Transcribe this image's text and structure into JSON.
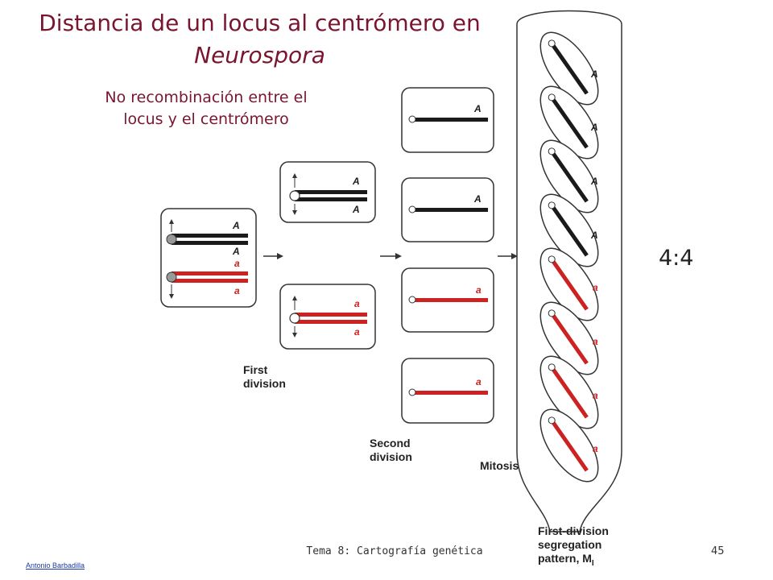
{
  "title": {
    "line1": "Distancia de un locus al centrómero en",
    "line2": "Neurospora"
  },
  "subtitle": {
    "line1": "No recombinación entre el",
    "line2": "locus y el centrómero"
  },
  "ratio": "4:4",
  "labels": {
    "first_division": [
      "First",
      "division"
    ],
    "second_division": [
      "Second",
      "division"
    ],
    "mitosis": "Mitosis",
    "pattern": [
      "First-division",
      "segregation",
      "pattern, M"
    ],
    "pattern_subscript": "I"
  },
  "alleles": {
    "dominant": "A",
    "recessive": "a"
  },
  "colors": {
    "dominant": "#1a1a1a",
    "recessive": "#cc2222",
    "title": "#7a1530"
  },
  "footer": {
    "center": "Tema 8: Cartografía genética",
    "page": "45",
    "author": "Antonio Barbadilla"
  }
}
